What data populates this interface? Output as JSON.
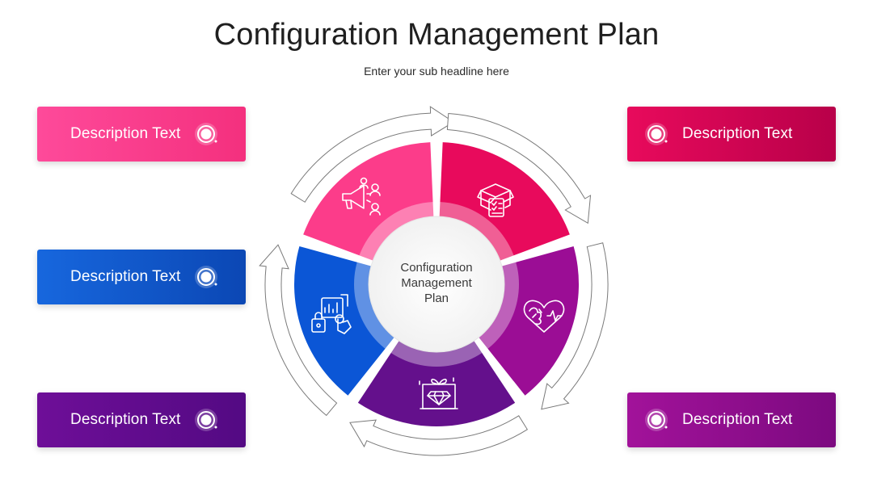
{
  "title": "Configuration Management Plan",
  "subtitle": "Enter your sub headline here",
  "center": {
    "line1": "Configuration",
    "line2": "Management",
    "line3": "Plan"
  },
  "cards": [
    {
      "id": "left-1",
      "label": "Description Text",
      "color_from": "#fe4a9a",
      "color_to": "#f4307e"
    },
    {
      "id": "left-2",
      "label": "Description Text",
      "color_from": "#1767de",
      "color_to": "#0b47b4"
    },
    {
      "id": "left-3",
      "label": "Description Text",
      "color_from": "#6e0e98",
      "color_to": "#530a83"
    },
    {
      "id": "right-1",
      "label": "Description Text",
      "color_from": "#e80a5c",
      "color_to": "#b80049"
    },
    {
      "id": "right-2",
      "label": "Description Text",
      "color_from": "#a2129a",
      "color_to": "#7c0a80"
    }
  ],
  "segments": [
    {
      "name": "marketing",
      "icon": "megaphone-team-icon",
      "color": "#fc3c8a"
    },
    {
      "name": "package",
      "icon": "box-checklist-icon",
      "color": "#e80a5c"
    },
    {
      "name": "mind",
      "icon": "brain-heart-icon",
      "color": "#9b0d95"
    },
    {
      "name": "gift",
      "icon": "gift-diamond-icon",
      "color": "#64108c"
    },
    {
      "name": "planning",
      "icon": "chart-hand-icon",
      "color": "#0b56d6"
    }
  ]
}
